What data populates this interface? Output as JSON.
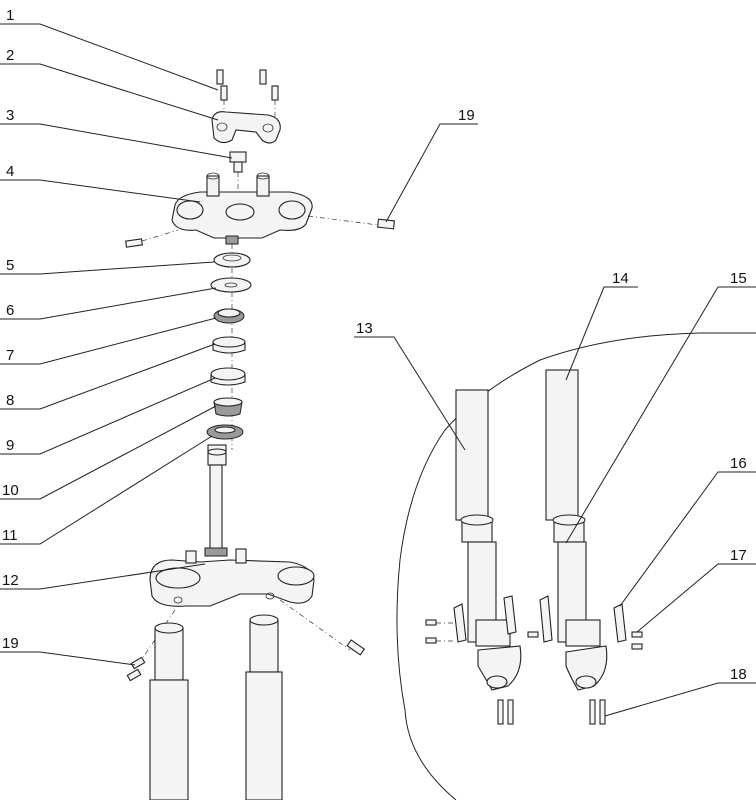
{
  "diagram": {
    "callouts": [
      "1",
      "2",
      "3",
      "4",
      "5",
      "6",
      "7",
      "8",
      "9",
      "10",
      "11",
      "12",
      "13",
      "14",
      "15",
      "16",
      "17",
      "18",
      "19",
      "19"
    ]
  }
}
